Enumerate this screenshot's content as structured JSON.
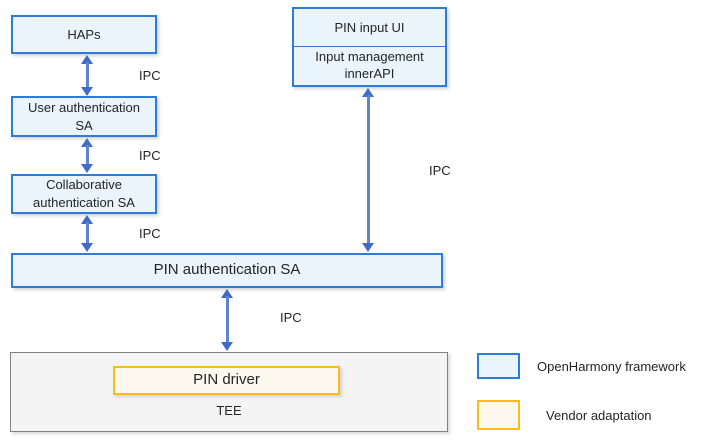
{
  "diagram": {
    "title_hint": "PIN authentication architecture",
    "nodes": {
      "haps": {
        "label": "HAPs"
      },
      "user_auth": {
        "label": "User authentication SA"
      },
      "collab_auth": {
        "label": "Collaborative authentication SA"
      },
      "pin_auth": {
        "label": "PIN authentication SA"
      },
      "pin_input_ui": {
        "label": "PIN input UI"
      },
      "input_mgmt": {
        "label": "Input management innerAPI"
      },
      "pin_driver": {
        "label": "PIN driver"
      },
      "tee": {
        "label": "TEE"
      }
    },
    "ipc_label": "IPC",
    "icons": {
      "ipc_arrow": "double-headed-vertical-arrow"
    },
    "legend": [
      {
        "label": "OpenHarmony framework",
        "swatch": "blue"
      },
      {
        "label": "Vendor adaptation",
        "swatch": "yellow"
      }
    ],
    "colors": {
      "openharmony_border": "#2e7cd6",
      "openharmony_fill": "#e9f4fc",
      "vendor_border": "#fdbd12",
      "vendor_fill": "#fdf9ee",
      "tee_border": "#828282",
      "tee_fill": "#f4f4f4",
      "arrow": "#3e6cc8",
      "text": "#252525",
      "background": "#ffffff"
    }
  }
}
